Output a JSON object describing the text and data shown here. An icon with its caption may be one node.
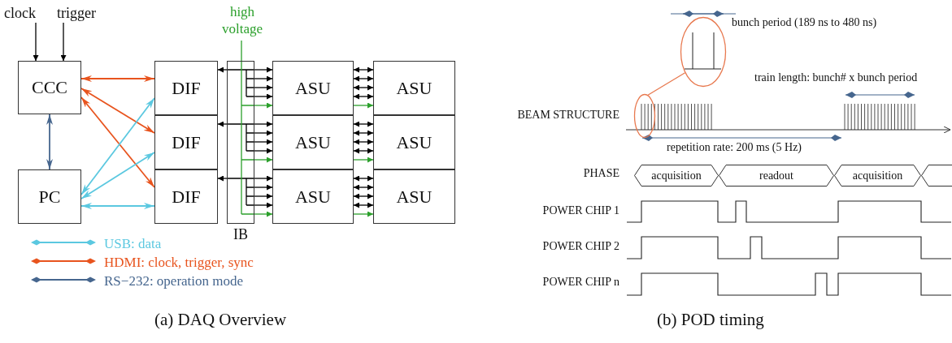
{
  "diagram": {
    "nodes": [
      {
        "text": [
          "clock"
        ]
      },
      {
        "text": [
          "trigger"
        ]
      },
      {
        "text": [
          "high voltage"
        ]
      },
      {
        "text": [
          "CCC"
        ]
      },
      {
        "text": [
          "PC"
        ]
      },
      {
        "text": [
          "DIF"
        ]
      },
      {
        "text": [
          "DIF"
        ]
      },
      {
        "text": [
          "DIF"
        ]
      },
      {
        "text": [
          "IB"
        ]
      },
      {
        "text": [
          "ASU"
        ]
      },
      {
        "text": [
          "ASU"
        ]
      },
      {
        "text": [
          "ASU"
        ]
      },
      {
        "text": [
          "ASU"
        ]
      },
      {
        "text": [
          "ASU"
        ]
      },
      {
        "text": [
          "ASU"
        ]
      },
      {
        "text": [],
        "shape": "circle"
      },
      {
        "text": [],
        "shape": "circle"
      },
      {
        "text": [
          "acquisition"
        ]
      },
      {
        "text": [
          "readout"
        ]
      },
      {
        "text": [
          "acquisition"
        ]
      },
      {
        "text": [],
        "shape": "hexagon"
      }
    ],
    "edges": [
      {
        "from": 0,
        "to": 3,
        "arrow": "to"
      },
      {
        "from": 1,
        "to": 3,
        "arrow": "to"
      },
      {
        "from": 3,
        "to": 4,
        "arrow": "both",
        "color": "#46668e"
      },
      {
        "from": 3,
        "to": 5,
        "arrow": "both",
        "color": "#e8541e"
      },
      {
        "from": 3,
        "to": 6,
        "arrow": "both",
        "color": "#e8541e"
      },
      {
        "from": 3,
        "to": 7,
        "arrow": "both",
        "color": "#e8541e"
      },
      {
        "from": 4,
        "to": 5,
        "arrow": "both",
        "color": "#5bc8e0"
      },
      {
        "from": 4,
        "to": 6,
        "arrow": "both",
        "color": "#5bc8e0"
      },
      {
        "from": 4,
        "to": 7,
        "arrow": "both",
        "color": "#5bc8e0"
      },
      {
        "from": 8,
        "to": 5,
        "arrow": "to"
      },
      {
        "from": 8,
        "to": 6,
        "arrow": "to"
      },
      {
        "from": 8,
        "to": 7,
        "arrow": "to"
      },
      {
        "from": 8,
        "to": 9,
        "arrow": "to"
      },
      {
        "from": 8,
        "to": 9,
        "arrow": "to"
      },
      {
        "from": 8,
        "to": 9,
        "arrow": "to"
      },
      {
        "from": 8,
        "to": 9,
        "arrow": "to"
      },
      {
        "from": 8,
        "to": 10,
        "arrow": "to"
      },
      {
        "from": 8,
        "to": 10,
        "arrow": "to"
      },
      {
        "from": 8,
        "to": 10,
        "arrow": "to"
      },
      {
        "from": 8,
        "to": 10,
        "arrow": "to"
      },
      {
        "from": 8,
        "to": 11,
        "arrow": "to"
      },
      {
        "from": 8,
        "to": 11,
        "arrow": "to"
      },
      {
        "from": 8,
        "to": 11,
        "arrow": "to"
      },
      {
        "from": 8,
        "to": 11,
        "arrow": "to"
      },
      {
        "from": 2,
        "to": 8,
        "arrow": "none",
        "color": "#2ca02c"
      },
      {
        "from": 8,
        "to": 9,
        "arrow": "to",
        "color": "#2ca02c"
      },
      {
        "from": 8,
        "to": 10,
        "arrow": "to",
        "color": "#2ca02c"
      },
      {
        "from": 8,
        "to": 11,
        "arrow": "to",
        "color": "#2ca02c"
      },
      {
        "from": 9,
        "to": 12,
        "arrow": "to",
        "color": "#2ca02c"
      },
      {
        "from": 10,
        "to": 13,
        "arrow": "to",
        "color": "#2ca02c"
      },
      {
        "from": 11,
        "to": 14,
        "arrow": "to",
        "color": "#2ca02c"
      },
      {
        "from": 9,
        "to": 12,
        "arrow": "both"
      },
      {
        "from": 9,
        "to": 12,
        "arrow": "both"
      },
      {
        "from": 9,
        "to": 12,
        "arrow": "both"
      },
      {
        "from": 9,
        "to": 12,
        "arrow": "both"
      },
      {
        "from": 10,
        "to": 13,
        "arrow": "both"
      },
      {
        "from": 10,
        "to": 13,
        "arrow": "both"
      },
      {
        "from": 10,
        "to": 13,
        "arrow": "both"
      },
      {
        "from": 10,
        "to": 13,
        "arrow": "both"
      },
      {
        "from": 11,
        "to": 14,
        "arrow": "both"
      },
      {
        "from": 11,
        "to": 14,
        "arrow": "both"
      },
      {
        "from": 11,
        "to": 14,
        "arrow": "both"
      },
      {
        "from": 11,
        "to": 14,
        "arrow": "both"
      },
      {
        "from": 15,
        "to": 16,
        "arrow": "none",
        "color": "#e8794f"
      }
    ],
    "labels": [
      "bunch period (189 ns to 480 ns)",
      "train length: bunch# x bunch period",
      "BEAM STRUCTURE",
      "repetition rate: 200 ms (5 Hz)",
      "PHASE",
      "POWER CHIP 1",
      "POWER CHIP 2",
      "POWER CHIP n",
      "(a) DAQ Overview",
      "(b) POD timing"
    ],
    "legend": [
      {
        "text": "USB: data"
      },
      {
        "text": "HDMI: clock, trigger, sync"
      },
      {
        "text": "RS−232: operation mode"
      }
    ]
  }
}
